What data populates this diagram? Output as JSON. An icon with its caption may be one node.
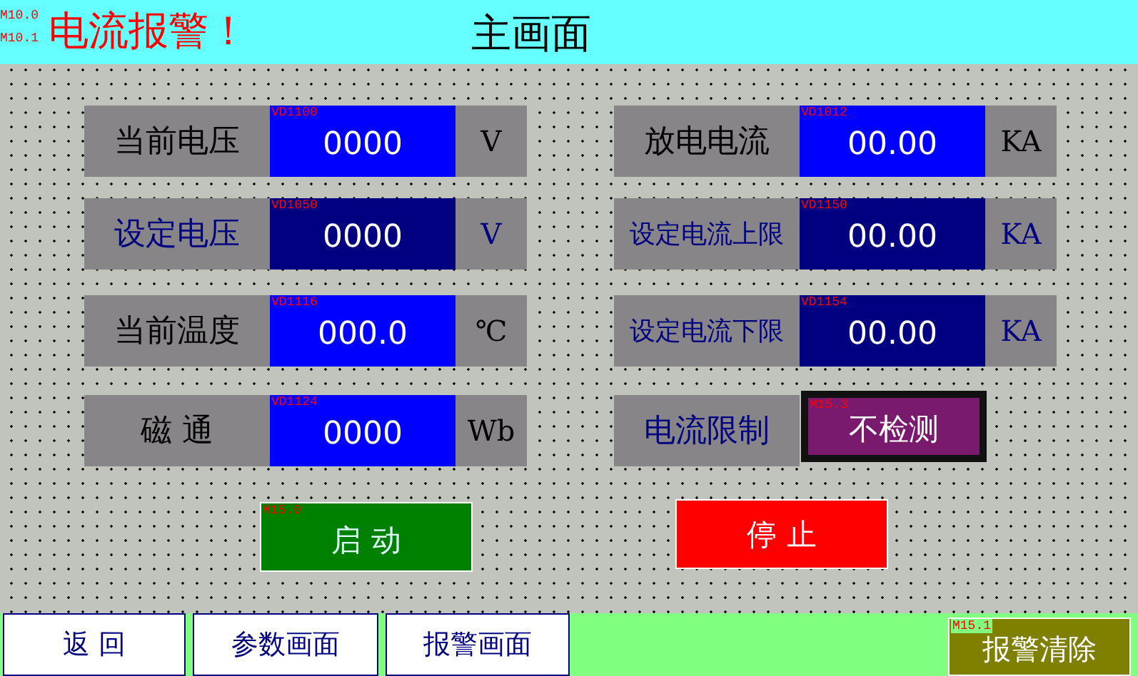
{
  "diagram": {
    "title": "主画面",
    "nodes": [
      {
        "text": [
          "当前电压"
        ]
      },
      {
        "text": [
          "VD1100",
          "0000"
        ]
      },
      {
        "text": [
          "V"
        ]
      },
      {
        "text": [
          "放电电流"
        ]
      },
      {
        "text": [
          "VD1012",
          "00.00"
        ]
      },
      {
        "text": [
          "KA"
        ]
      },
      {
        "text": [
          "设定电压"
        ]
      },
      {
        "text": [
          "VD1050",
          "0000"
        ]
      },
      {
        "text": [
          "V"
        ]
      },
      {
        "text": [
          "设定电流上限"
        ]
      },
      {
        "text": [
          "VD1150",
          "00.00"
        ]
      },
      {
        "text": [
          "KA"
        ]
      },
      {
        "text": [
          "当前温度"
        ]
      },
      {
        "text": [
          "VD1116",
          "000.0"
        ]
      },
      {
        "text": [
          "℃"
        ]
      },
      {
        "text": [
          "设定电流下限"
        ]
      },
      {
        "text": [
          "VD1154",
          "00.00"
        ]
      },
      {
        "text": [
          "KA"
        ]
      },
      {
        "text": [
          "磁 通"
        ]
      },
      {
        "text": [
          "VD1124",
          "0000"
        ]
      },
      {
        "text": [
          "Wb"
        ]
      },
      {
        "text": [
          "电流限制"
        ]
      },
      {
        "text": [
          "M15.3",
          "不检测"
        ]
      },
      {
        "text": [
          "M15.0",
          "启 动"
        ]
      },
      {
        "text": [
          "停 止"
        ]
      },
      {
        "text": [
          "返 回"
        ]
      },
      {
        "text": [
          "参数画面"
        ]
      },
      {
        "text": [
          "报警画面"
        ]
      },
      {
        "text": [
          "M15.1",
          "报警清除"
        ]
      }
    ],
    "labels": [
      "M10.0",
      "M10.1",
      "电流报警！"
    ]
  }
}
